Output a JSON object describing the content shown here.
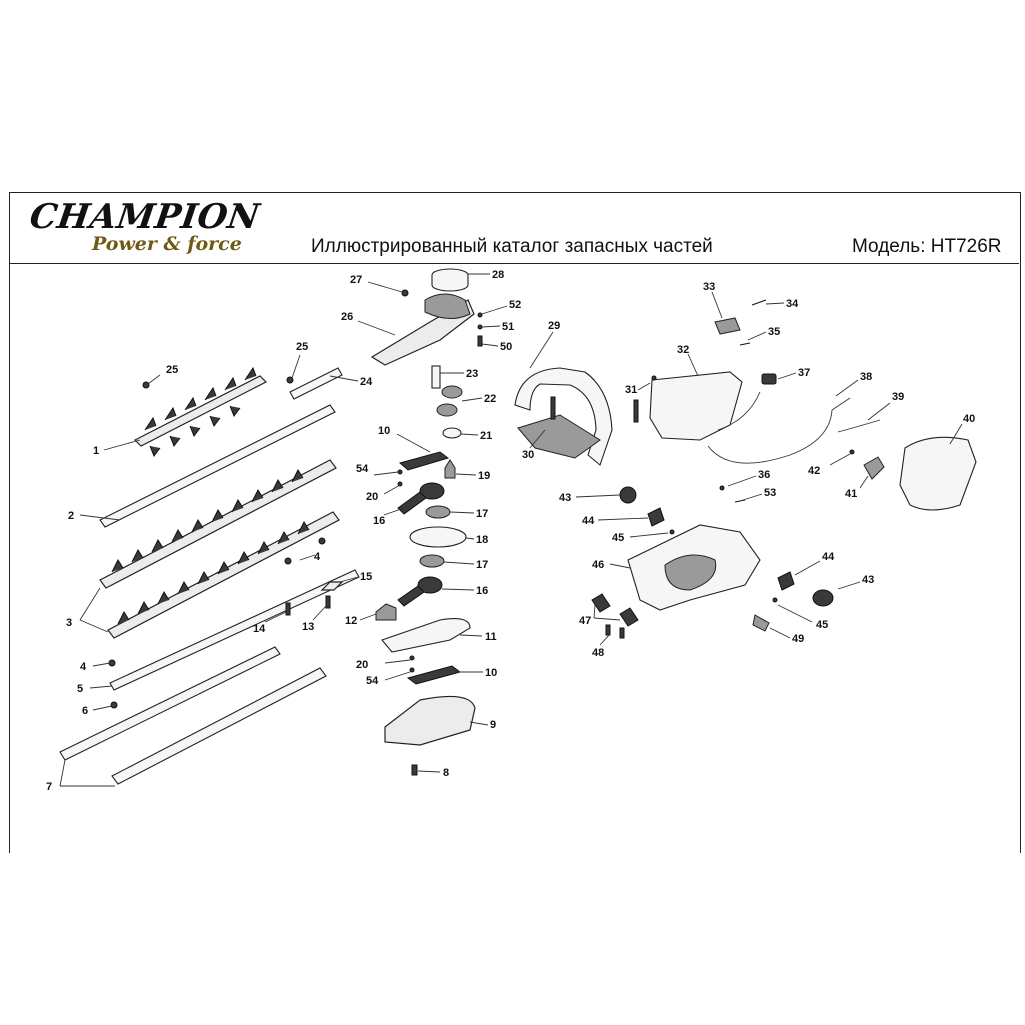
{
  "header": {
    "logo_text": "CHAMPION",
    "logo_tagline": "Power & force",
    "title": "Иллюстрированный каталог запасных частей",
    "model": "Модель: HT726R"
  },
  "colors": {
    "frame": "#222222",
    "tagline": "#6e5a12",
    "part_fill": "#ececec"
  },
  "parts": [
    {
      "label": "1"
    },
    {
      "label": "2"
    },
    {
      "label": "3"
    },
    {
      "label": "4"
    },
    {
      "label": "4"
    },
    {
      "label": "5"
    },
    {
      "label": "6"
    },
    {
      "label": "7"
    },
    {
      "label": "8"
    },
    {
      "label": "9"
    },
    {
      "label": "10"
    },
    {
      "label": "10"
    },
    {
      "label": "11"
    },
    {
      "label": "12"
    },
    {
      "label": "13"
    },
    {
      "label": "14"
    },
    {
      "label": "15"
    },
    {
      "label": "16"
    },
    {
      "label": "16"
    },
    {
      "label": "17"
    },
    {
      "label": "17"
    },
    {
      "label": "18"
    },
    {
      "label": "19"
    },
    {
      "label": "20"
    },
    {
      "label": "20"
    },
    {
      "label": "21"
    },
    {
      "label": "22"
    },
    {
      "label": "23"
    },
    {
      "label": "24"
    },
    {
      "label": "25"
    },
    {
      "label": "25"
    },
    {
      "label": "26"
    },
    {
      "label": "27"
    },
    {
      "label": "28"
    },
    {
      "label": "29"
    },
    {
      "label": "30"
    },
    {
      "label": "31"
    },
    {
      "label": "32"
    },
    {
      "label": "33"
    },
    {
      "label": "34"
    },
    {
      "label": "35"
    },
    {
      "label": "36"
    },
    {
      "label": "37"
    },
    {
      "label": "38"
    },
    {
      "label": "39"
    },
    {
      "label": "40"
    },
    {
      "label": "41"
    },
    {
      "label": "42"
    },
    {
      "label": "43"
    },
    {
      "label": "43"
    },
    {
      "label": "44"
    },
    {
      "label": "44"
    },
    {
      "label": "45"
    },
    {
      "label": "45"
    },
    {
      "label": "46"
    },
    {
      "label": "47"
    },
    {
      "label": "48"
    },
    {
      "label": "49"
    },
    {
      "label": "50"
    },
    {
      "label": "51"
    },
    {
      "label": "52"
    },
    {
      "label": "53"
    },
    {
      "label": "54"
    },
    {
      "label": "54"
    }
  ]
}
